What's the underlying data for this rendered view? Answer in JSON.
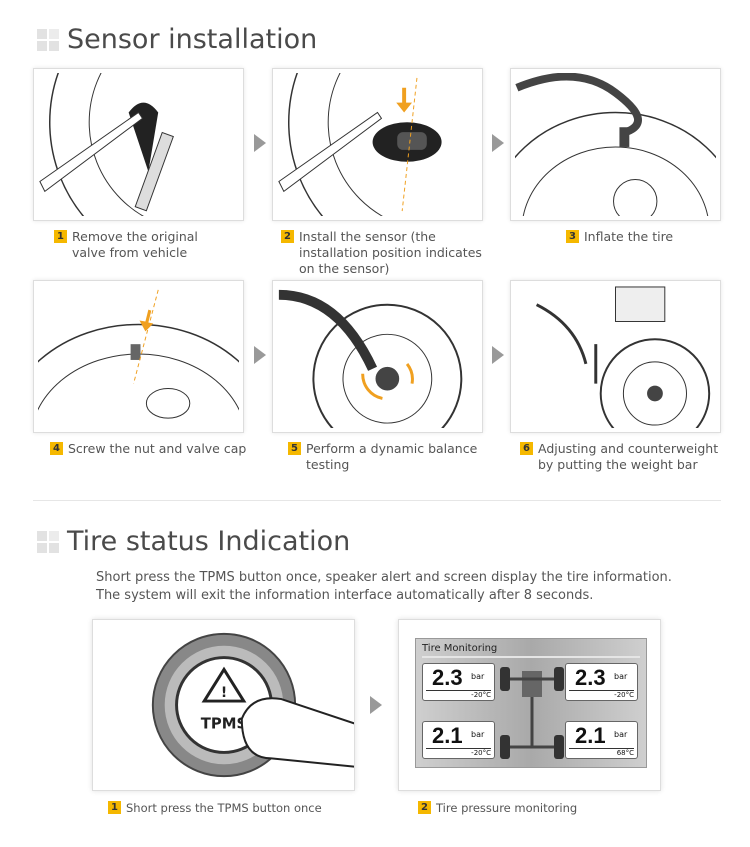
{
  "section1": {
    "title": "Sensor installation",
    "steps": [
      {
        "num": "1",
        "text": "Remove the original valve from vehicle"
      },
      {
        "num": "2",
        "text": "Install the sensor (the installation position indicates on the sensor)"
      },
      {
        "num": "3",
        "text": "Inflate the tire"
      },
      {
        "num": "4",
        "text": "Screw the nut and valve cap"
      },
      {
        "num": "5",
        "text": "Perform a dynamic balance testing"
      },
      {
        "num": "6",
        "text": "Adjusting and counterweight by putting the weight bar"
      }
    ]
  },
  "section2": {
    "title": "Tire status Indication",
    "description_line1": "Short press the TPMS button once, speaker alert and screen display the tire information.",
    "description_line2": "The system will exit the information interface automatically after 8 seconds.",
    "button_label": "TPMS",
    "screen": {
      "title": "Tire Monitoring",
      "unit": "bar",
      "tires": [
        {
          "pressure": "2.3",
          "temp": "-20°C"
        },
        {
          "pressure": "2.3",
          "temp": "-20°C"
        },
        {
          "pressure": "2.1",
          "temp": "-20°C"
        },
        {
          "pressure": "2.1",
          "temp": "68°C"
        }
      ]
    },
    "steps": [
      {
        "num": "1",
        "text": "Short press the TPMS button once"
      },
      {
        "num": "2",
        "text": "Tire pressure monitoring"
      }
    ]
  },
  "colors": {
    "badge": "#f5b800",
    "accent_arrow": "#f0a020"
  }
}
